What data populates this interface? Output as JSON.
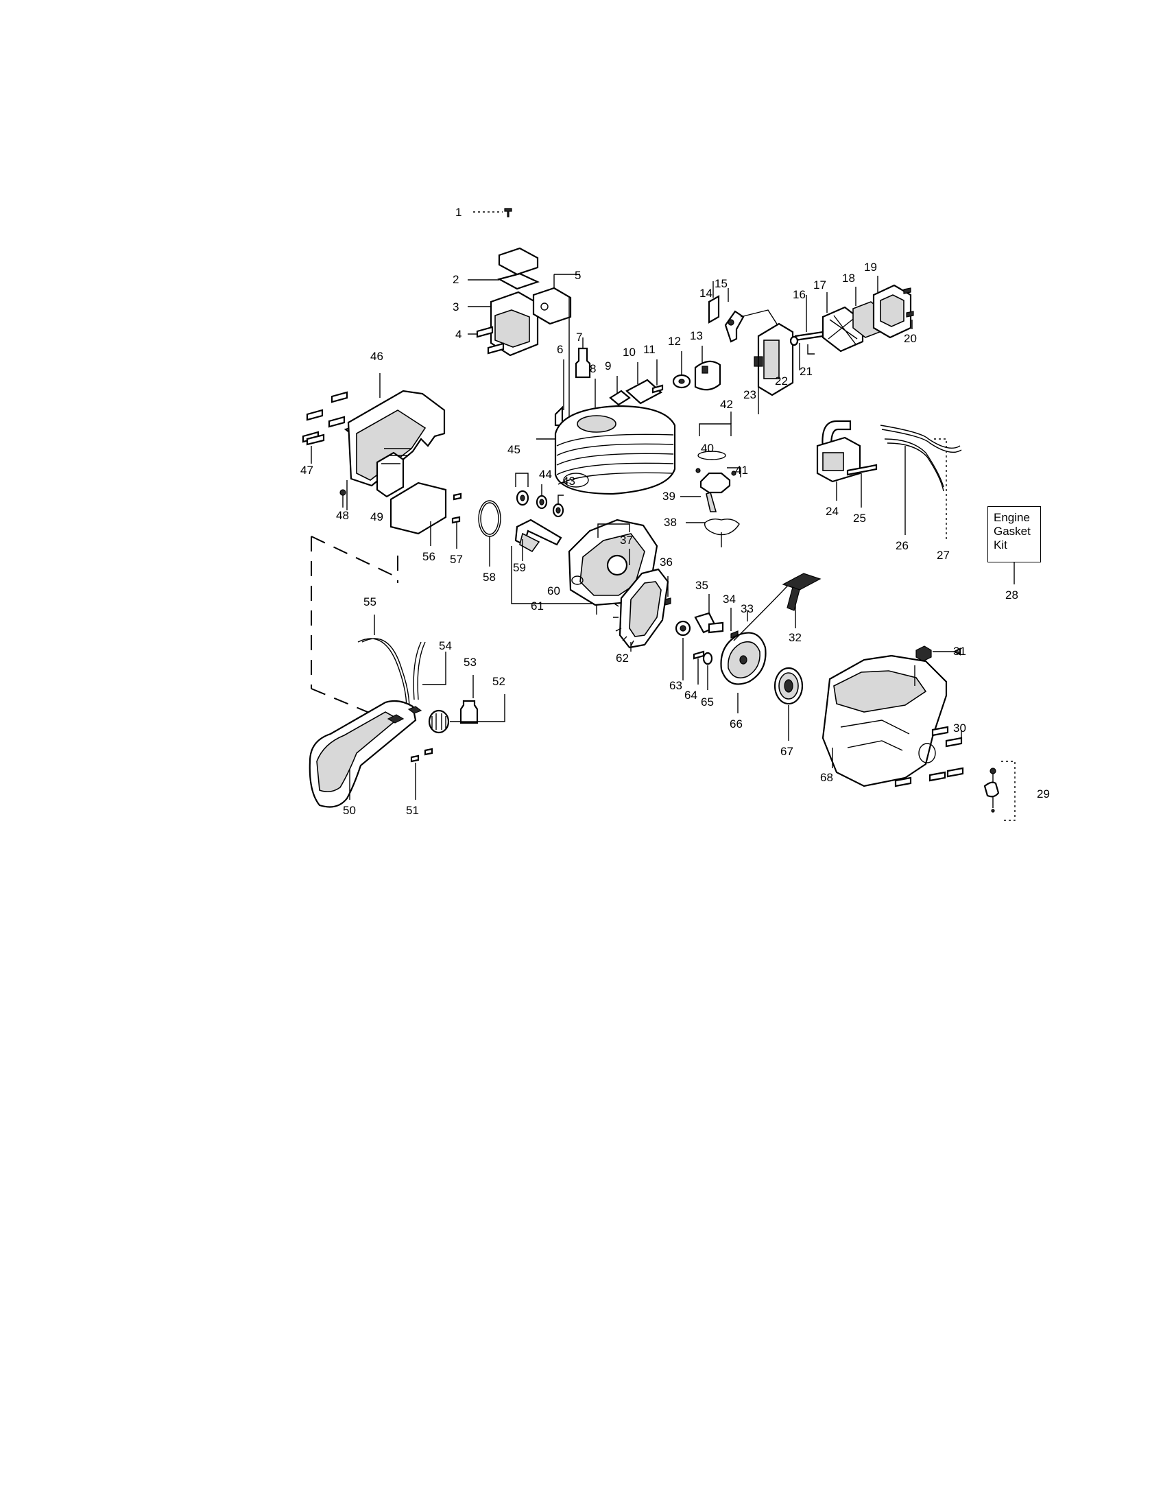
{
  "callouts": {
    "c1": "1",
    "c2": "2",
    "c3": "3",
    "c4": "4",
    "c5": "5",
    "c6": "6",
    "c7": "7",
    "c8": "8",
    "c9": "9",
    "c10": "10",
    "c11": "11",
    "c12": "12",
    "c13": "13",
    "c14": "14",
    "c15": "15",
    "c16": "16",
    "c17": "17",
    "c18": "18",
    "c19": "19",
    "c20": "20",
    "c21": "21",
    "c22": "22",
    "c23": "23",
    "c24": "24",
    "c25": "25",
    "c26": "26",
    "c27": "27",
    "c28": "28",
    "c29": "29",
    "c30": "30",
    "c31": "31",
    "c32": "32",
    "c33": "33",
    "c34": "34",
    "c35": "35",
    "c36": "36",
    "c37": "37",
    "c38": "38",
    "c39": "39",
    "c40": "40",
    "c41": "41",
    "c42": "42",
    "c43": "43",
    "c44": "44",
    "c45": "45",
    "c46": "46",
    "c47": "47",
    "c48": "48",
    "c49": "49",
    "c50": "50",
    "c51": "51",
    "c52": "52",
    "c53": "53",
    "c54": "54",
    "c55": "55",
    "c56": "56",
    "c57": "57",
    "c58": "58",
    "c59": "59",
    "c60": "60",
    "c61": "61",
    "c62": "62",
    "c63": "63",
    "c64": "64",
    "c65": "65",
    "c66": "66",
    "c67": "67",
    "c68": "68"
  },
  "gasket_kit": {
    "line1": "Engine",
    "line2": "Gasket",
    "line3": "Kit"
  }
}
